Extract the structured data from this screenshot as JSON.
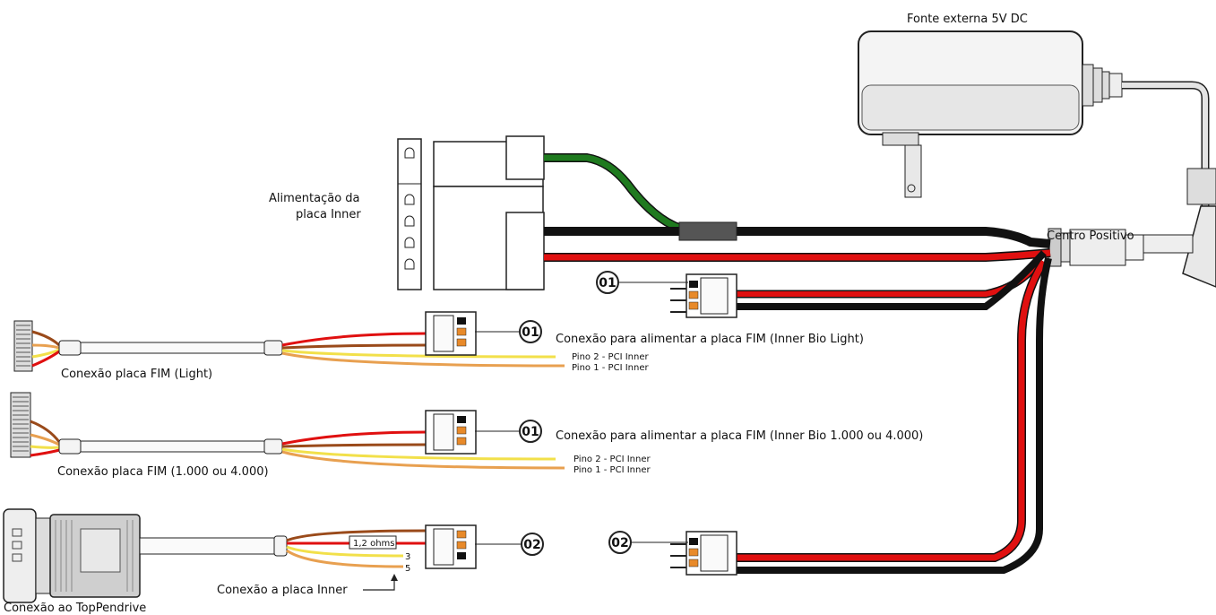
{
  "labels": {
    "power_supply": "Fonte externa 5V DC",
    "center_positive": "Centro Positivo",
    "inner_power_line1": "Alimentação da",
    "inner_power_line2": "placa Inner",
    "fim_light_conn": "Conexão placa FIM (Light)",
    "fim_1000_conn": "Conexão placa FIM (1.000 ou 4.000)",
    "fim_light_power": "Conexão para alimentar a placa FIM (Inner Bio Light)",
    "fim_1000_power": "Conexão para alimentar a placa FIM (Inner Bio 1.000 ou 4.000)",
    "pin2_a": "Pino 2 - PCI Inner",
    "pin1_a": "Pino 1 - PCI Inner",
    "pin2_b": "Pino 2 - PCI Inner",
    "pin1_b": "Pino 1 - PCI Inner",
    "resistor": "1,2 ohms",
    "pin3": "3",
    "pin5": "5",
    "inner_board_conn": "Conexão a placa Inner",
    "toppendrive_conn": "Conexão ao TopPendrive"
  },
  "badges": {
    "b1": "01",
    "b2": "01",
    "b3": "01",
    "b4": "02",
    "b5": "02"
  },
  "colors": {
    "red": "#e01010",
    "black": "#111111",
    "green": "#1f7a1f",
    "yellow": "#f2e04a",
    "orange": "#e8a050",
    "brown": "#9a4a1a",
    "connector_orange": "#e88a2a"
  }
}
